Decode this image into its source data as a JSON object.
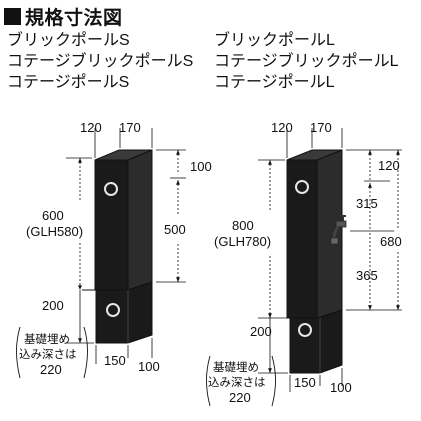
{
  "title": "規格寸法図",
  "models_small": [
    "ブリックポールS",
    "コテージブリックポールS",
    "コテージポールS"
  ],
  "models_large": [
    "ブリックポールL",
    "コテージブリックポールL",
    "コテージポールL"
  ],
  "small": {
    "top_width": "120",
    "top_depth": "170",
    "height_total": "600",
    "height_glh": "(GLH580)",
    "top_offset": "100",
    "right_height": "500",
    "buried": "200",
    "base_width": "150",
    "base_depth": "100",
    "foundation_note": [
      "基礎埋め",
      "込み深さは",
      "220"
    ]
  },
  "large": {
    "top_width": "120",
    "top_depth": "170",
    "height_total": "800",
    "height_glh": "(GLH780)",
    "top_offset": "120",
    "faucet_height": "315",
    "lower_height": "365",
    "overall_right": "680",
    "buried": "200",
    "base_width": "150",
    "base_depth": "100",
    "foundation_note": [
      "基礎埋め",
      "込み深さは",
      "220"
    ]
  },
  "colors": {
    "pole": "#1a1a1a",
    "line": "#111111",
    "background": "#ffffff"
  }
}
